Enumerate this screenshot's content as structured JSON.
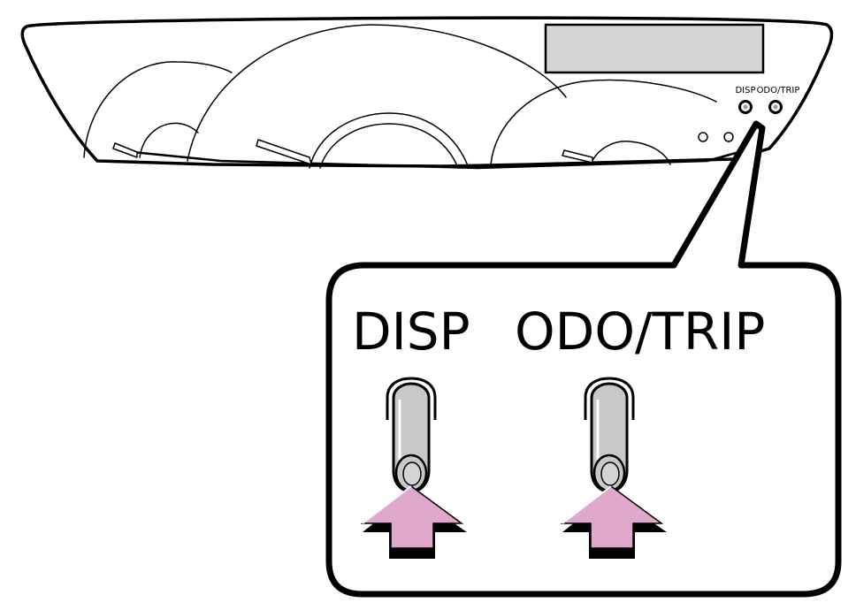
{
  "cluster": {
    "small_labels": {
      "disp": "DISP",
      "odo_trip": "ODO/TRIP"
    }
  },
  "callout": {
    "disp_label": "DISP",
    "odo_trip_label": "ODO/TRIP"
  },
  "colors": {
    "outline": "#000000",
    "display_fill": "#d6d6d6",
    "knob_fill": "#c8c8c8",
    "arrow_fill": "#e0a8cc",
    "arrow_shadow": "#000000",
    "background": "#ffffff"
  },
  "icons": {
    "disp_knob": "push-knob-icon",
    "odo_knob": "push-knob-icon",
    "disp_arrow": "up-arrow-icon",
    "odo_arrow": "up-arrow-icon"
  }
}
